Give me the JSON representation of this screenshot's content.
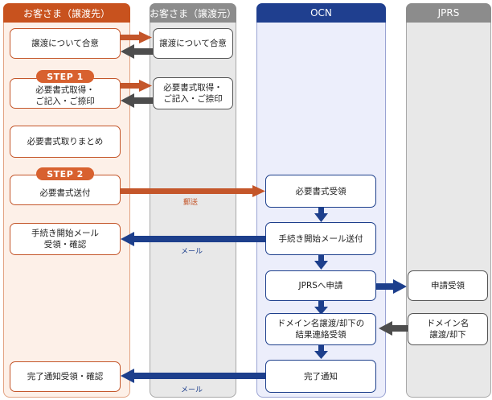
{
  "lanes": {
    "customer_new": "お客さま（譲渡先）",
    "customer_old": "お客さま（譲渡元）",
    "ocn": "OCN",
    "jprs": "JPRS"
  },
  "steps": {
    "step1": "STEP 1",
    "step2": "STEP 2"
  },
  "boxes": {
    "agree_new": "譲渡について合意",
    "agree_old": "譲渡について合意",
    "docs_new": [
      "必要書式取得・",
      "ご記入・ご捺印"
    ],
    "docs_old": [
      "必要書式取得・",
      "ご記入・ご捺印"
    ],
    "compile": "必要書式取りまとめ",
    "send": "必要書式送付",
    "receive_docs": "必要書式受領",
    "start_mail_send": "手続き開始メール送付",
    "start_mail_recv": [
      "手続き開始メール",
      "受領・確認"
    ],
    "apply_jprs": "JPRSへ申請",
    "jprs_receive": "申請受領",
    "jprs_decision": [
      "ドメイン名",
      "譲渡/却下"
    ],
    "result_recv": [
      "ドメイン名譲渡/却下の",
      "結果連絡受領"
    ],
    "complete": "完了通知",
    "complete_recv": "完了通知受領・確認"
  },
  "labels": {
    "post": "郵送",
    "mail1": "メール",
    "mail2": "メール"
  },
  "colors": {
    "orange": "#c4562a",
    "blue": "#1d3f8c",
    "gray": "#555555"
  }
}
